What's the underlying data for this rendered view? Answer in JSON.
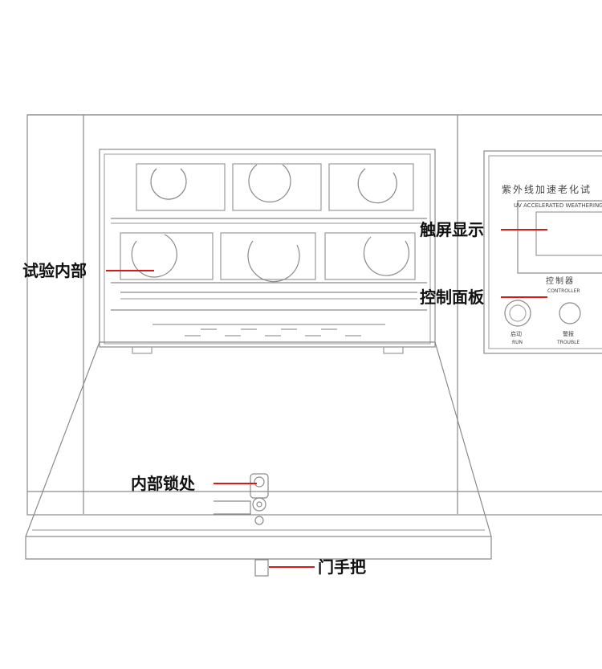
{
  "labels": {
    "touch_screen": "触屏显示",
    "test_interior": "试验内部",
    "control_panel": "控制面板",
    "inner_lock": "内部锁处",
    "door_handle": "门手把"
  },
  "panel": {
    "title_cn": "紫外线加速老化试",
    "title_en": "UV ACCELERATED WEATHERING T",
    "controller_cn": "控制器",
    "controller_en": "CONTROLLER",
    "start_cn": "启动",
    "start_en": "RUN",
    "alarm_cn": "警报",
    "alarm_en": "TROUBLE"
  },
  "colors": {
    "line": "#7a7a7a",
    "leader": "#d61a1a",
    "text": "#111111"
  }
}
